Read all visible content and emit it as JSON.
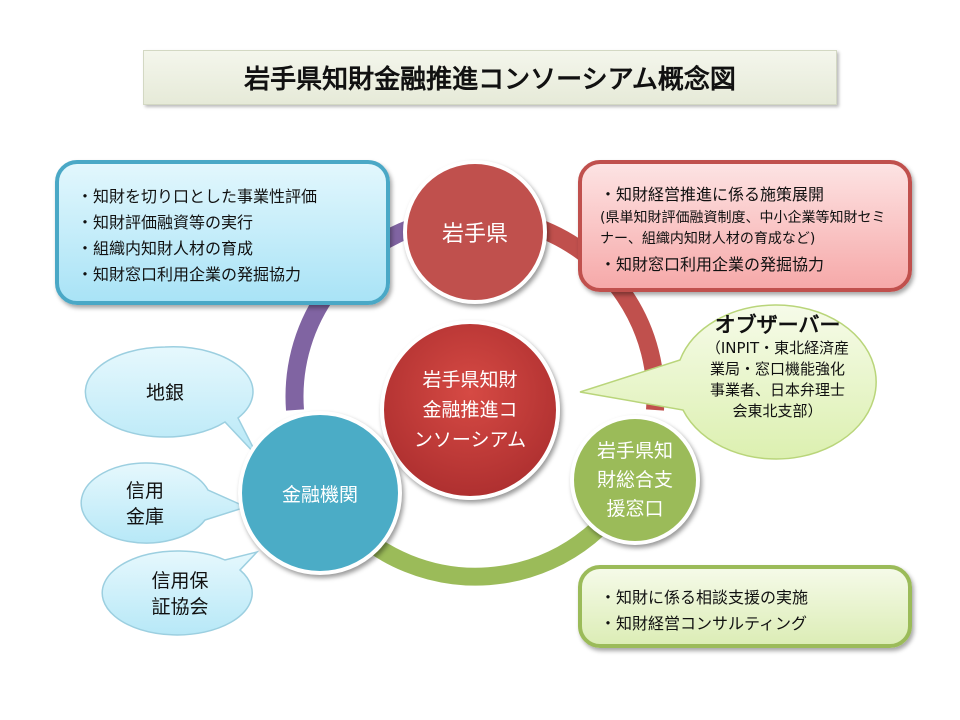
{
  "title": "岩手県知財金融推進コンソーシアム概念図",
  "blue_box": {
    "items": [
      "・知財を切り口とした事業性評価",
      "・知財評価融資等の実行",
      "・組織内知財人材の育成",
      "・知財窓口利用企業の発掘協力"
    ]
  },
  "red_box": {
    "item1": "・知財経営推進に係る施策展開",
    "note": "(県単知財評価融資制度、中小企業等知財セミナー、組織内知財人材の育成など)",
    "item2": "・知財窓口利用企業の発掘協力"
  },
  "green_box": {
    "items": [
      "・知財に係る相談支援の実施",
      "・知財経営コンサルティング"
    ]
  },
  "circles": {
    "iwate": "岩手県",
    "center": [
      "岩手県知財",
      "金融推進コ",
      "ンソーシアム"
    ],
    "support": [
      "岩手県知",
      "財総合支",
      "援窓口"
    ],
    "finance": "金融機関"
  },
  "observer": {
    "heading": "オブザーバー",
    "text": "（INPIT・東北経済産業局・窓口機能強化事業者、日本弁理士会東北支部）"
  },
  "bubbles": {
    "chigin": "地銀",
    "shinkin": [
      "信用",
      "金庫"
    ],
    "hosho": [
      "信用保",
      "証協会"
    ]
  },
  "colors": {
    "purple": "#8064a2",
    "red": "#c0504d",
    "green": "#9bbb59",
    "blue": "#4bacc6"
  }
}
